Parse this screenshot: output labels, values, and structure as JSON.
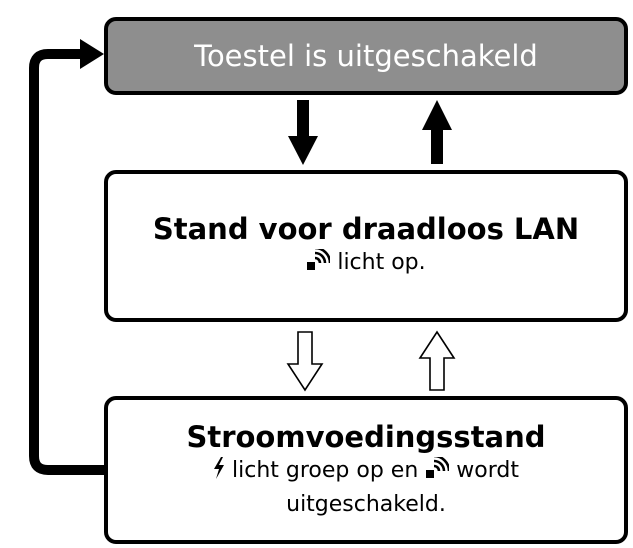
{
  "states": {
    "off": {
      "title": "Toestel is uitgeschakeld"
    },
    "wlan": {
      "title": "Stand voor draadloos LAN",
      "desc_after_icon": " licht op."
    },
    "power": {
      "title": "Stroomvoedingsstand",
      "desc_part1": " licht groep op en ",
      "desc_part2": " wordt",
      "desc_line2": "uitgeschakeld."
    }
  },
  "icons": {
    "wireless": "wireless-lan-icon",
    "power": "lightning-icon"
  },
  "colors": {
    "off_box_fill": "#8e8e8e",
    "outline": "#000000"
  }
}
